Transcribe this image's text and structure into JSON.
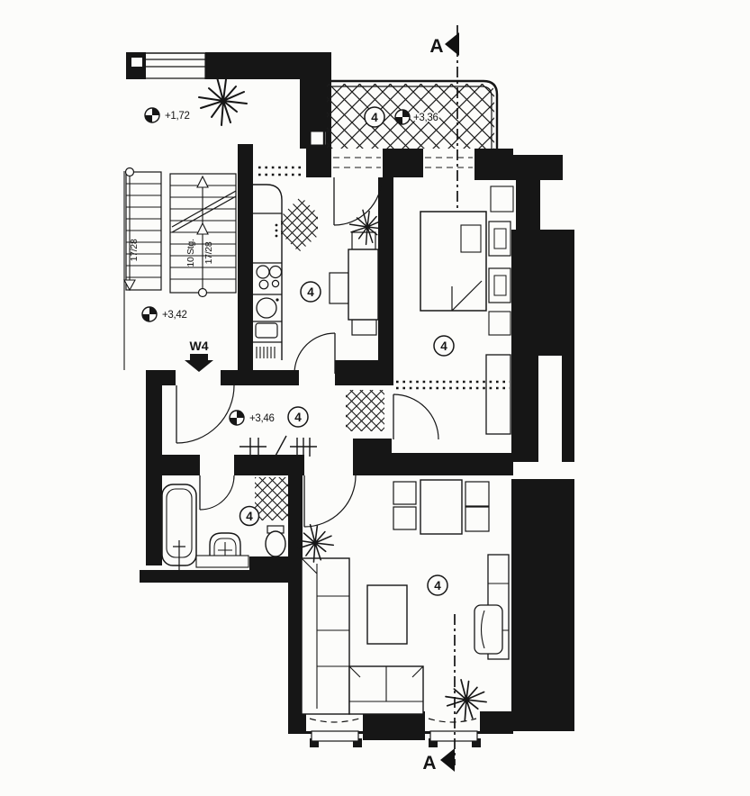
{
  "document": {
    "type": "apartment floor plan (scan)",
    "colors": {
      "ink": "#161616",
      "paper": "#fcfcfa"
    }
  },
  "section_markers": {
    "top": "A",
    "bottom": "A"
  },
  "entrance": {
    "label": "W4"
  },
  "levels": {
    "upper_landing": "+1,72",
    "mid_landing": "+3,42",
    "hall": "+3,46",
    "balcony": "+3,36"
  },
  "stairs": {
    "left_flight_rise_run": "17/28",
    "steps_count": "10 Stg.",
    "right_flight_rise_run": "17/28"
  },
  "rooms": {
    "balcony": "4",
    "kitchen": "4",
    "bedroom": "4",
    "hall": "4",
    "bathroom": "4",
    "living_room": "4"
  }
}
